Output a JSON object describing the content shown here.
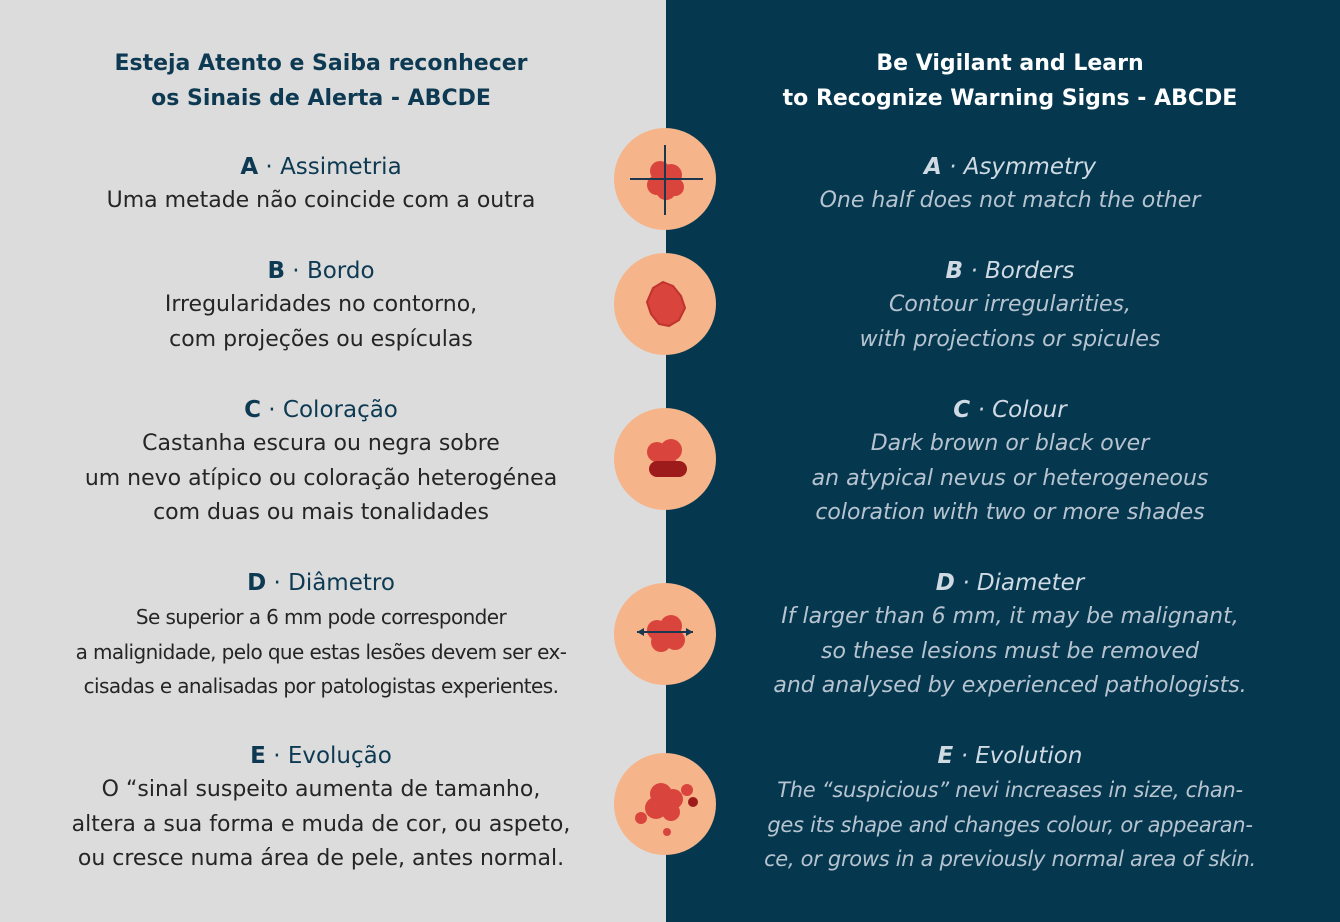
{
  "left": {
    "heading_line1": "Esteja Atento e Saiba reconhecer",
    "heading_line2": "os Sinais de Alerta - ABCDE",
    "items": [
      {
        "letter": "A",
        "sep": " · ",
        "name": "Assimetria",
        "lines": [
          "Uma metade não coincide com a outra"
        ]
      },
      {
        "letter": "B",
        "sep": " · ",
        "name": "Bordo",
        "lines": [
          "Irregularidades no contorno,",
          "com projeções ou espículas"
        ]
      },
      {
        "letter": "C",
        "sep": " · ",
        "name": "Coloração",
        "lines": [
          "Castanha escura ou negra sobre",
          "um nevo atípico ou coloração heterogénea",
          "com duas ou mais tonalidades"
        ]
      },
      {
        "letter": "D",
        "sep": " · ",
        "name": "Diâmetro",
        "lines": [
          "Se superior a 6 mm pode corresponder",
          "a malignidade, pelo que estas lesões devem ser ex-",
          "cisadas e analisadas por patologistas experientes."
        ]
      },
      {
        "letter": "E",
        "sep": " · ",
        "name": "Evolução",
        "lines": [
          "O “sinal suspeito aumenta de tamanho,",
          "altera a sua forma e muda de cor, ou aspeto,",
          "ou cresce numa área de pele, antes normal."
        ]
      }
    ]
  },
  "right": {
    "heading_line1": "Be Vigilant and Learn",
    "heading_line2": "to Recognize Warning Signs - ABCDE",
    "items": [
      {
        "letter": "A",
        "sep": " · ",
        "name": "Asymmetry",
        "lines": [
          "One half does not match the other"
        ]
      },
      {
        "letter": "B",
        "sep": " · ",
        "name": "Borders",
        "lines": [
          "Contour irregularities,",
          "with projections or spicules"
        ]
      },
      {
        "letter": "C",
        "sep": " · ",
        "name": "Colour",
        "lines": [
          "Dark brown or black over",
          "an atypical nevus or heterogeneous",
          "coloration with two or more shades"
        ]
      },
      {
        "letter": "D",
        "sep": " · ",
        "name": "Diameter",
        "lines": [
          "If larger than 6 mm, it may be malignant,",
          "so these lesions must be removed",
          "and analysed by experienced pathologists."
        ]
      },
      {
        "letter": "E",
        "sep": " · ",
        "name": "Evolution",
        "lines": [
          "The “suspicious” nevi increases in size, chan-",
          "ges its shape and changes colour, or appearan-",
          "ce, or grows in a previously normal area of skin."
        ]
      }
    ]
  },
  "icons": [
    {
      "name": "asymmetry-mole-icon"
    },
    {
      "name": "border-mole-icon"
    },
    {
      "name": "color-mole-icon"
    },
    {
      "name": "diameter-mole-icon"
    },
    {
      "name": "evolution-mole-icon"
    }
  ],
  "colors": {
    "left_background": "#dcdcdc",
    "right_background": "#05384f",
    "heading_dark": "#0d3a52",
    "icon_circle": "#f5b489",
    "mole_red": "#d9453d",
    "mole_dark": "#9e1b1b"
  }
}
